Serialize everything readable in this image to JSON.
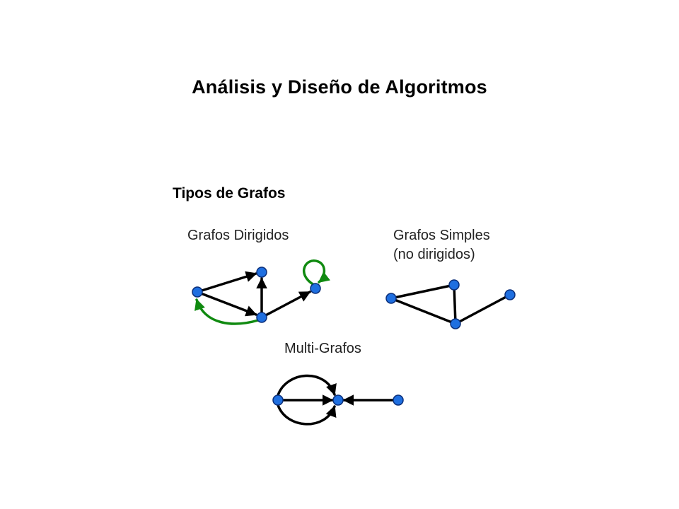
{
  "slide": {
    "title": "Análisis y Diseño de Algoritmos"
  },
  "figure": {
    "heading": "Tipos de Grafos",
    "directed": {
      "label": "Grafos Dirigidos"
    },
    "simple": {
      "label_line1": "Grafos Simples",
      "label_line2": "(no dirigidos)"
    },
    "multi": {
      "label": "Multi-Grafos"
    }
  },
  "colors": {
    "node_fill": "#1f6fe0",
    "edge": "#000000",
    "loop_edge": "#108a10"
  }
}
